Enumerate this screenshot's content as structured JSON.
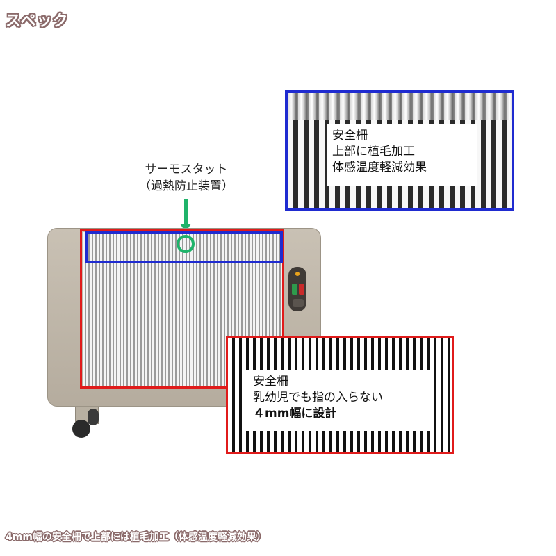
{
  "title": "スペック",
  "thermostat": {
    "label_line1": "サーモスタット",
    "label_line2": "（過熱防止装置）"
  },
  "zoom_top": {
    "line1": "安全柵",
    "line2": "上部に植毛加工",
    "line3": "体感温度軽減効果"
  },
  "zoom_bottom": {
    "line1": "安全柵",
    "line2": "乳幼児でも指の入らない",
    "line3": "４mm幅に設計"
  },
  "caption": "4mm幅の安全柵で上部には植毛加工（体感温度軽減効果）",
  "colors": {
    "red_frame": "#e01b1b",
    "blue_frame": "#1f2bd0",
    "green_marker": "#1fb36a"
  }
}
